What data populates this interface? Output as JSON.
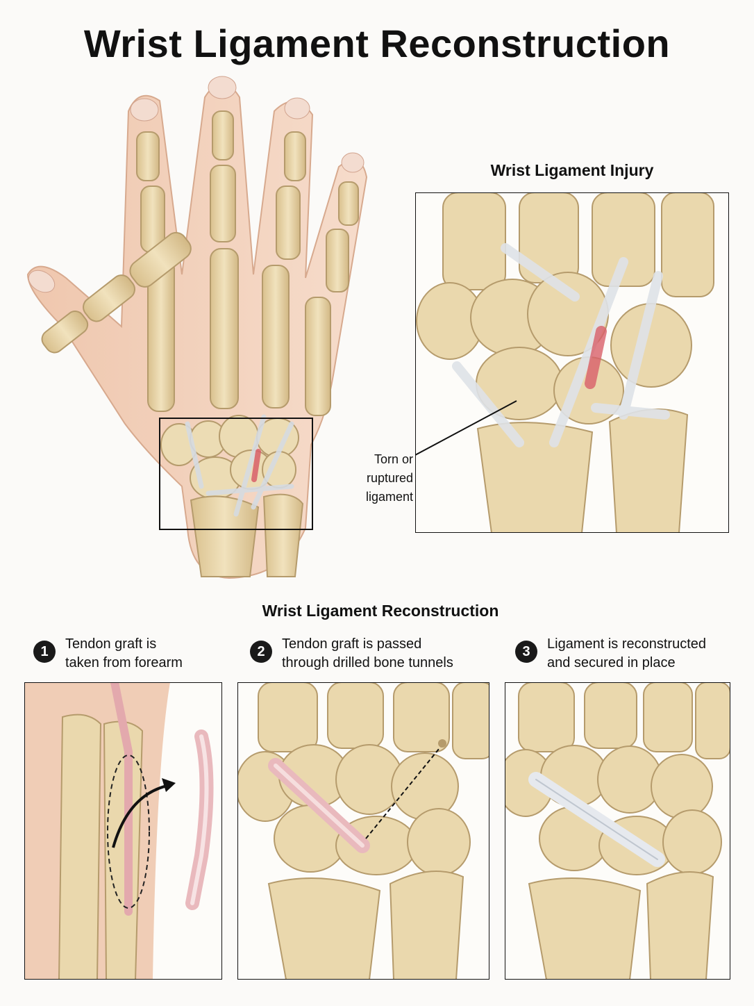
{
  "title": "Wrist Ligament Reconstruction",
  "inset": {
    "title": "Wrist Ligament Injury",
    "callout": "Torn or\nruptured\nligament"
  },
  "section_title": "Wrist Ligament Reconstruction",
  "steps": [
    {
      "number": "1",
      "text": "Tendon graft is\ntaken from forearm"
    },
    {
      "number": "2",
      "text": "Tendon graft is passed\nthrough drilled bone tunnels"
    },
    {
      "number": "3",
      "text": "Ligament is reconstructed\nand secured in place"
    }
  ],
  "colors": {
    "bone": "#ead8ad",
    "bone_edge": "#b59b6c",
    "skin": "#f0cdb6",
    "ligament": "#dfe3e8",
    "injury": "#d9606a",
    "graft": "#e9b9bd"
  }
}
